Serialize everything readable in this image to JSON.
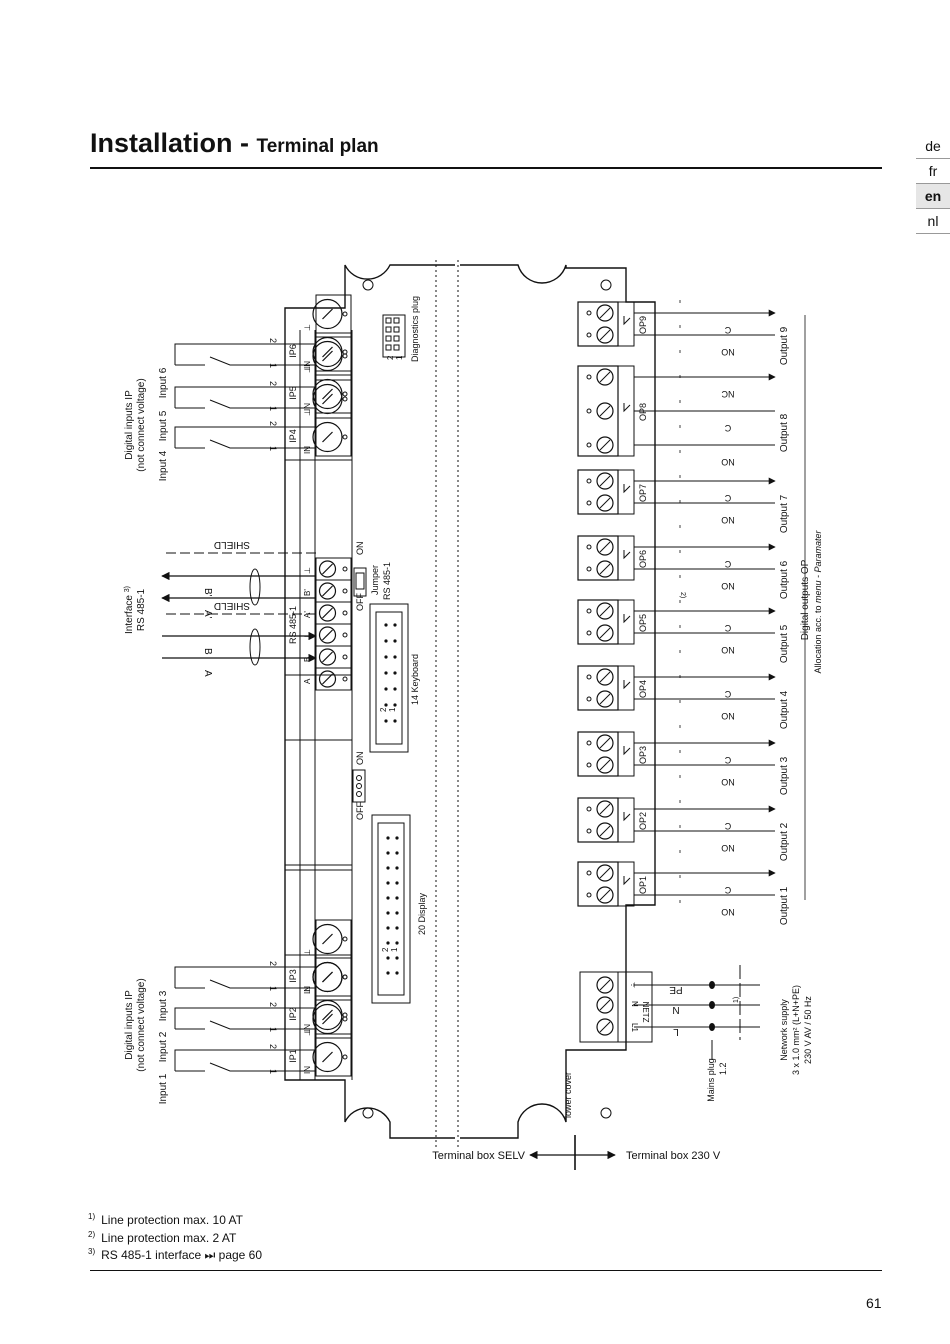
{
  "header": {
    "title": "Installation",
    "separator": " - ",
    "subtitle": "Terminal plan",
    "languages": [
      "de",
      "fr",
      "en",
      "nl"
    ],
    "active_language": "en"
  },
  "diagram": {
    "left_groups": {
      "inputs_top_title": "Digital inputs IP",
      "inputs_top_note": "(not connect voltage)",
      "inputs_bottom_title": "Digital inputs IP",
      "inputs_bottom_note": "(not connect voltage)",
      "interface_title": "Interface",
      "interface_sup": "3)",
      "interface_name": "RS 485-1"
    },
    "input_labels": [
      "Input 1",
      "Input 2",
      "Input 3",
      "Input 4",
      "Input 5",
      "Input 6"
    ],
    "pin_numbers": [
      "1",
      "2"
    ],
    "ip_terminals": [
      "IP1",
      "IP2",
      "IP3",
      "IP4",
      "IP5",
      "IP6"
    ],
    "terminal_pins": [
      "IN",
      "⊥"
    ],
    "rs485": {
      "name": "RS 485-1",
      "pins": [
        "A",
        "B",
        "⊥",
        "A'",
        "B'",
        "⊥"
      ],
      "shield": "SHIELD",
      "wire_labels": [
        "A",
        "B",
        "A'",
        "B'"
      ],
      "jumper_off": "OFF",
      "jumper_on": "ON",
      "jumper_label": "Jumper",
      "jumper_name": "RS 485-1"
    },
    "connectors": {
      "keyboard": "14 Keyboard",
      "display": "20 Display",
      "diagnostics": "Diagnostics plug",
      "pin_1": "1",
      "pin_2": "2",
      "jumper2_off": "OFF",
      "jumper2_on": "ON"
    },
    "outputs": {
      "relays": [
        "OP1",
        "OP2",
        "OP3",
        "OP4",
        "OP5",
        "OP6",
        "OP7",
        "OP8",
        "OP9"
      ],
      "output_labels": [
        "Output 1",
        "Output 2",
        "Output 3",
        "Output 4",
        "Output 5",
        "Output 6",
        "Output 7",
        "Output 8",
        "Output 9"
      ],
      "contact_c": "C",
      "contact_no": "NO",
      "contact_nc": "NC",
      "group_title": "Digital outputs OP",
      "group_note_prefix": "Allocation acc. to ",
      "group_note_menu": "menu - Paramater",
      "footnote_ref": "2)"
    },
    "mains": {
      "netz": "NETZ",
      "pins": [
        "L1",
        "N",
        "⏚"
      ],
      "wires": [
        "L",
        "N",
        "PE"
      ],
      "fuse_ref": "1)",
      "mains_plug": "Mains plug",
      "mains_plug_pins": "1.2",
      "supply_title": "Network supply",
      "supply_cable": "3 x 1.0 mm² (L+N+PE)",
      "supply_rating": "230 V AV / 50 Hz"
    },
    "lower_cover": "lower cover",
    "terminal_box_selv": "Terminal box SELV",
    "terminal_box_230": "Terminal box 230 V"
  },
  "footnotes": [
    {
      "ref": "1)",
      "text": "Line protection max. 10 AT"
    },
    {
      "ref": "2)",
      "text": "Line protection max. 2 AT"
    },
    {
      "ref": "3)",
      "text": "RS 485-1 interface ⏭ page 60"
    }
  ],
  "page_number": "61"
}
